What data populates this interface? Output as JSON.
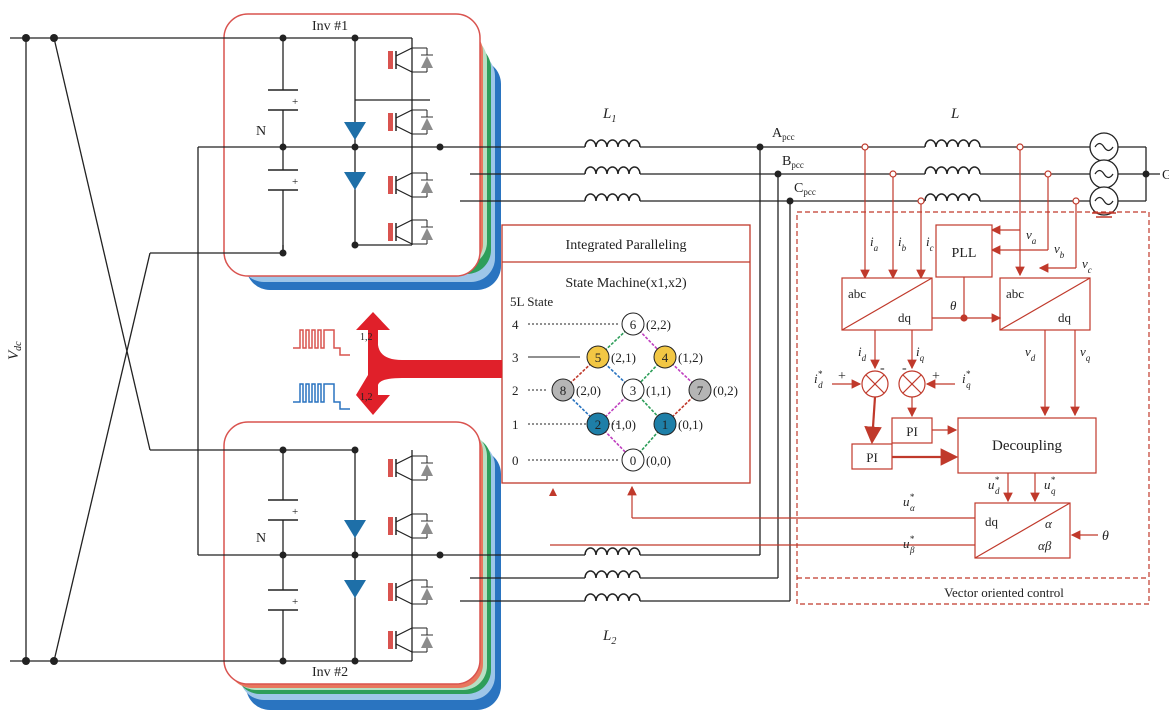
{
  "inverters": {
    "inv1_label": "Inv #1",
    "inv2_label": "Inv #2",
    "neutral_label": "N",
    "plus_sign": "+"
  },
  "dc_link": {
    "label": "V",
    "sub": "dc"
  },
  "filters": {
    "l1": {
      "label": "L",
      "sub": "1"
    },
    "l2": {
      "label": "L",
      "sub": "2"
    },
    "l": {
      "label": "L"
    }
  },
  "pcc": [
    {
      "label": "A",
      "sub": "pcc"
    },
    {
      "label": "B",
      "sub": "pcc"
    },
    {
      "label": "C",
      "sub": "pcc"
    }
  ],
  "grid_label": "G",
  "signal_labels": {
    "left_top": "1,2",
    "left_bottom": "1,2"
  },
  "integrated": {
    "title": "Integrated Paralleling",
    "state_machine": "State Machine(x1,x2)",
    "level_header": "5L State",
    "levels": [
      "4",
      "3",
      "2",
      "1",
      "0"
    ],
    "states": [
      {
        "num": "6",
        "coord": "(2,2)",
        "color": "#ffffff"
      },
      {
        "num": "5",
        "coord": "(2,1)",
        "color": "#f2c744"
      },
      {
        "num": "4",
        "coord": "(1,2)",
        "color": "#f2c744"
      },
      {
        "num": "8",
        "coord": "(2,0)",
        "color": "#b5b5b5"
      },
      {
        "num": "3",
        "coord": "(1,1)",
        "color": "#ffffff"
      },
      {
        "num": "7",
        "coord": "(0,2)",
        "color": "#b5b5b5"
      },
      {
        "num": "2",
        "coord": "(1,0)",
        "color": "#1e7fa8"
      },
      {
        "num": "1",
        "coord": "(0,1)",
        "color": "#1e7fa8"
      },
      {
        "num": "0",
        "coord": "(0,0)",
        "color": "#ffffff"
      }
    ]
  },
  "control": {
    "title": "Vector oriented control",
    "pll": "PLL",
    "abc": "abc",
    "dq": "dq",
    "decoupling": "Decoupling",
    "pi": "PI",
    "theta": "θ",
    "alpha": "α",
    "alphabeta": "αβ",
    "minus": "-",
    "plus": "+",
    "i": "i",
    "v": "v",
    "u": "u",
    "star": "*",
    "sub_a": "a",
    "sub_b": "b",
    "sub_c": "c",
    "sub_d": "d",
    "sub_q": "q",
    "sub_alpha": "α",
    "sub_beta": "β"
  },
  "colors": {
    "red": "#c0392b",
    "inv_red": "#e8775e",
    "inv_green": "#2e9e5a",
    "inv_blue": "#2a74c0",
    "diode_blue": "#1e6fa8"
  }
}
